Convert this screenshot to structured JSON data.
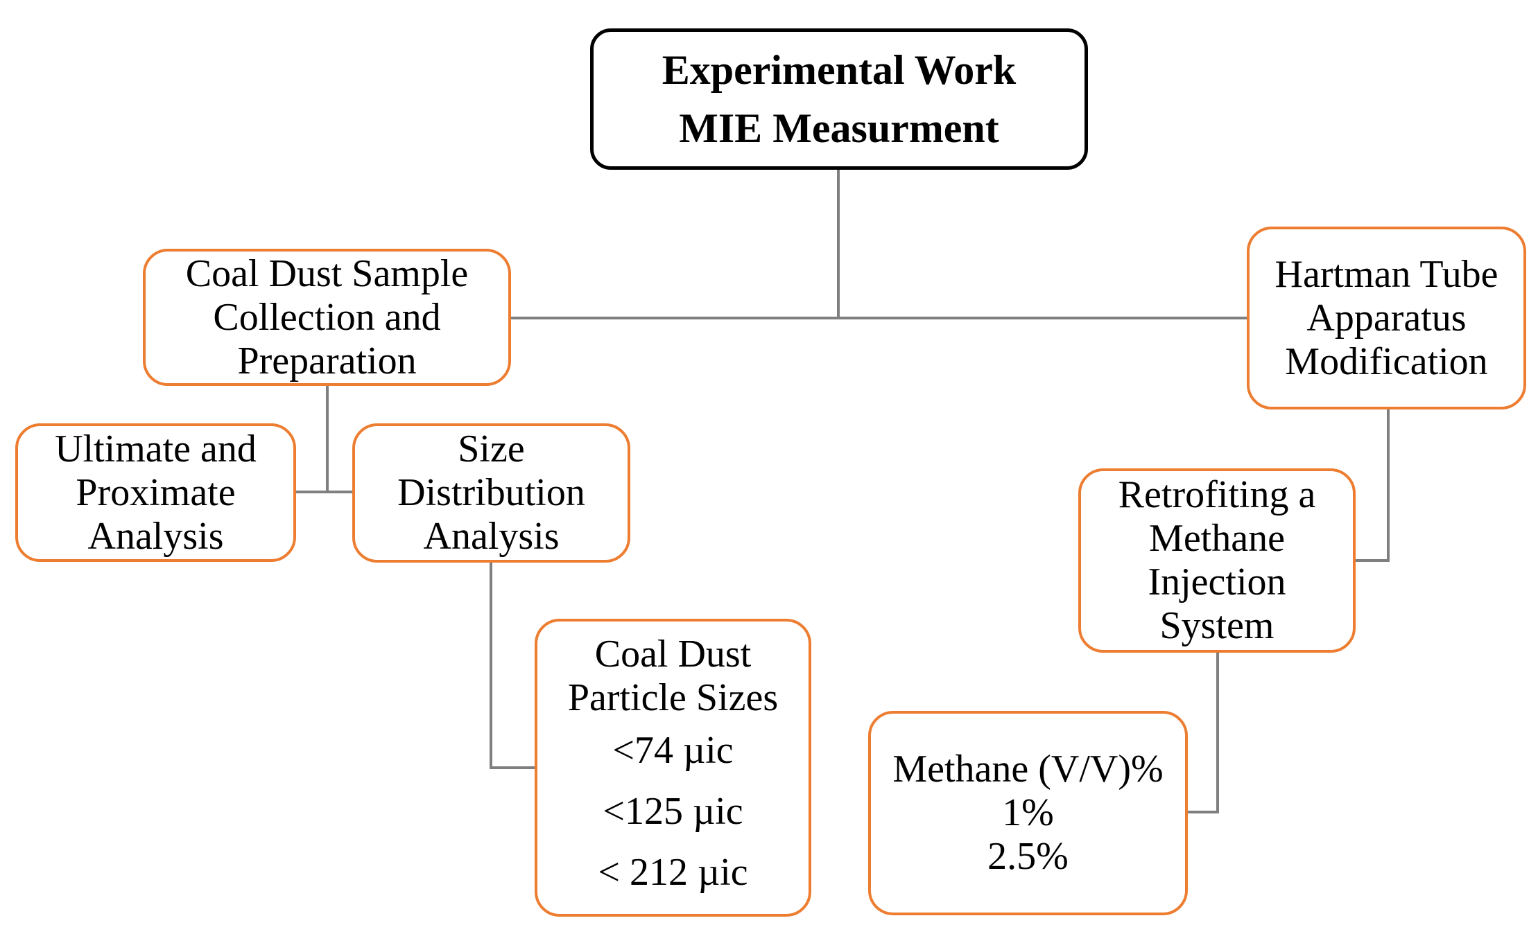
{
  "colors": {
    "root_border": "#000000",
    "box_border": "#ED7D31",
    "connector": "#7F7F7F",
    "text": "#000000",
    "background": "#FFFFFF"
  },
  "nodes": {
    "root": {
      "lines": [
        "Experimental Work",
        "MIE Measurment"
      ]
    },
    "coal_prep": {
      "lines": [
        "Coal Dust Sample",
        "Collection and",
        "Preparation"
      ]
    },
    "hartman": {
      "lines": [
        "Hartman Tube",
        "Apparatus",
        "Modification"
      ]
    },
    "ultimate": {
      "lines": [
        "Ultimate and",
        "Proximate",
        "Analysis"
      ]
    },
    "size_dist": {
      "lines": [
        "Size",
        "Distribution",
        "Analysis"
      ]
    },
    "particle_sizes": {
      "lines": [
        "Coal Dust",
        "Particle Sizes"
      ],
      "sizes": [
        "<74 µic",
        "<125 µic",
        "< 212 µic"
      ]
    },
    "retrofit": {
      "lines": [
        "Retrofiting a",
        "Methane",
        "Injection",
        "System"
      ]
    },
    "methane": {
      "lines": [
        "Methane (V/V)%",
        "1%",
        "2.5%"
      ]
    }
  }
}
